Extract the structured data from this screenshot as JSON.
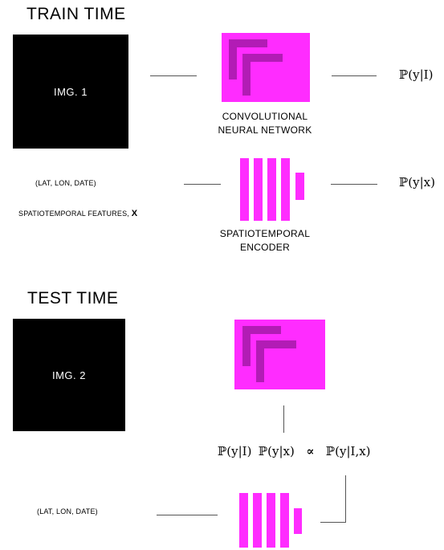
{
  "train": {
    "heading": "TRAIN TIME",
    "image_label": "IMG. 1",
    "cnn_label_line1": "CONVOLUTIONAL",
    "cnn_label_line2": "NEURAL NETWORK",
    "prob_image": "ℙ(y|I)",
    "coords_label": "(LAT, LON, DATE)",
    "features_label": "SPATIOTEMPORAL FEATURES,",
    "features_symbol": "X",
    "encoder_label_line1": "SPATIOTEMPORAL",
    "encoder_label_line2": "ENCODER",
    "prob_features": "ℙ(y|x)"
  },
  "test": {
    "heading": "TEST TIME",
    "image_label": "IMG. 2",
    "prob_product_1": "ℙ(y|I)",
    "prob_product_2": "ℙ(y|x)",
    "proportional": "∝",
    "prob_joint": "ℙ(y|I,x)",
    "coords_label": "(LAT, LON, DATE)"
  },
  "colors": {
    "magenta": "#ff2cff",
    "chevron": "#b21cb5",
    "box": "#000000"
  }
}
